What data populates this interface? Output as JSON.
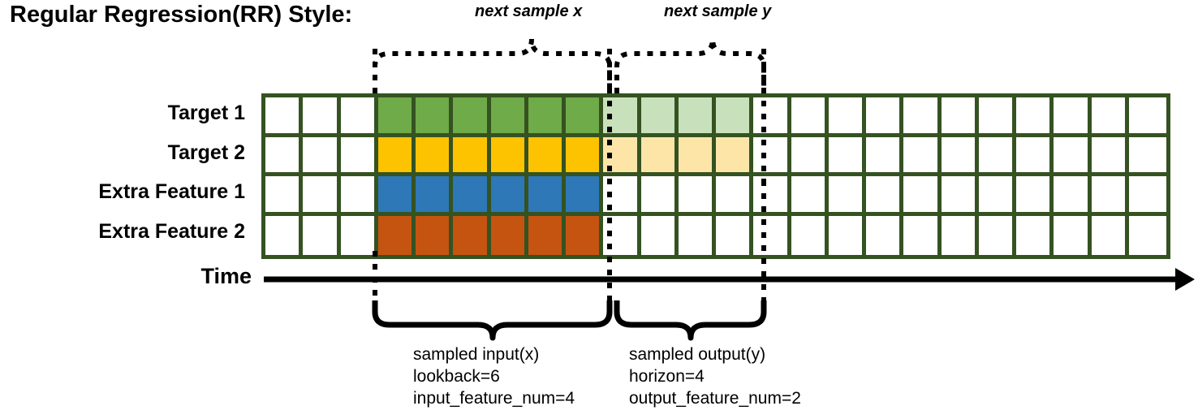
{
  "title": "Regular Regression(RR) Style:",
  "top_annotations": {
    "next_sample_x": "next sample x",
    "next_sample_y": "next sample y"
  },
  "rows": [
    {
      "label": "Target 1",
      "key": "target-1"
    },
    {
      "label": "Target 2",
      "key": "target-2"
    },
    {
      "label": "Extra Feature 1",
      "key": "extra-feature-1"
    },
    {
      "label": "Extra Feature 2",
      "key": "extra-feature-2"
    }
  ],
  "time_axis": {
    "label": "Time"
  },
  "bottom_annotations": {
    "input": {
      "line1": "sampled input(x)",
      "line2": "lookback=6",
      "line3": "input_feature_num=4"
    },
    "output": {
      "line1": "sampled output(y)",
      "line2": "horizon=4",
      "line3": "output_feature_num=2"
    }
  },
  "colors": {
    "grid_border": "#355221",
    "empty": "#ffffff",
    "target1_input": "#6fab48",
    "target1_output": "#c8e0bc",
    "target2_input": "#fdc300",
    "target2_output": "#fde5a8",
    "extra1_input": "#2e78b8",
    "extra2_input": "#c55411",
    "annotation_line": "#000000"
  },
  "chart_data": {
    "type": "heatmap",
    "title": "Regular Regression(RR) Style:",
    "total_columns": 24,
    "lead_empty_columns": 3,
    "lookback": 6,
    "horizon": 4,
    "input_feature_num": 4,
    "output_feature_num": 2,
    "row_names": [
      "Target 1",
      "Target 2",
      "Extra Feature 1",
      "Extra Feature 2"
    ],
    "cell_colors": [
      [
        "#ffffff",
        "#ffffff",
        "#ffffff",
        "#6fab48",
        "#6fab48",
        "#6fab48",
        "#6fab48",
        "#6fab48",
        "#6fab48",
        "#c8e0bc",
        "#c8e0bc",
        "#c8e0bc",
        "#c8e0bc",
        "#ffffff",
        "#ffffff",
        "#ffffff",
        "#ffffff",
        "#ffffff",
        "#ffffff",
        "#ffffff",
        "#ffffff",
        "#ffffff",
        "#ffffff",
        "#ffffff"
      ],
      [
        "#ffffff",
        "#ffffff",
        "#ffffff",
        "#fdc300",
        "#fdc300",
        "#fdc300",
        "#fdc300",
        "#fdc300",
        "#fdc300",
        "#fde5a8",
        "#fde5a8",
        "#fde5a8",
        "#fde5a8",
        "#ffffff",
        "#ffffff",
        "#ffffff",
        "#ffffff",
        "#ffffff",
        "#ffffff",
        "#ffffff",
        "#ffffff",
        "#ffffff",
        "#ffffff",
        "#ffffff"
      ],
      [
        "#ffffff",
        "#ffffff",
        "#ffffff",
        "#2e78b8",
        "#2e78b8",
        "#2e78b8",
        "#2e78b8",
        "#2e78b8",
        "#2e78b8",
        "#ffffff",
        "#ffffff",
        "#ffffff",
        "#ffffff",
        "#ffffff",
        "#ffffff",
        "#ffffff",
        "#ffffff",
        "#ffffff",
        "#ffffff",
        "#ffffff",
        "#ffffff",
        "#ffffff",
        "#ffffff",
        "#ffffff"
      ],
      [
        "#ffffff",
        "#ffffff",
        "#ffffff",
        "#c55411",
        "#c55411",
        "#c55411",
        "#c55411",
        "#c55411",
        "#c55411",
        "#ffffff",
        "#ffffff",
        "#ffffff",
        "#ffffff",
        "#ffffff",
        "#ffffff",
        "#ffffff",
        "#ffffff",
        "#ffffff",
        "#ffffff",
        "#ffffff",
        "#ffffff",
        "#ffffff",
        "#ffffff",
        "#ffffff"
      ]
    ],
    "xlabel": "Time",
    "grid": true,
    "legend": "none",
    "annotations": [
      "next sample x",
      "next sample y",
      "sampled input(x)",
      "lookback=6",
      "input_feature_num=4",
      "sampled output(y)",
      "horizon=4",
      "output_feature_num=2"
    ]
  }
}
